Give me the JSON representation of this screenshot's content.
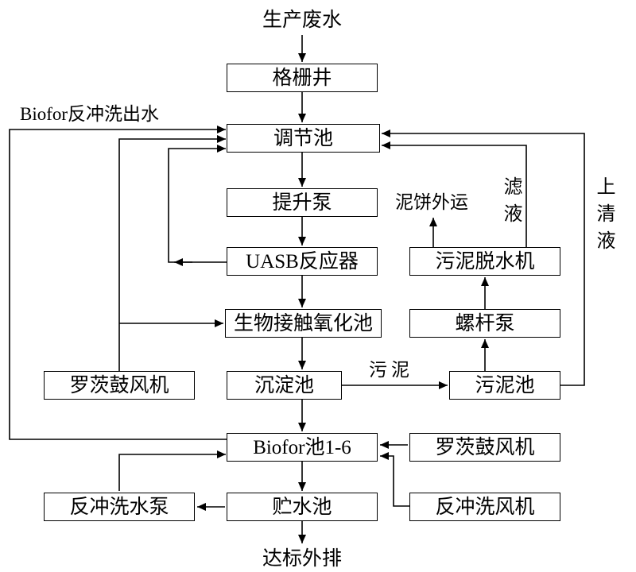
{
  "flowchart": {
    "influent_label": "生产废水",
    "effluent_label": "达标外排",
    "nodes": {
      "grid_well": "格栅井",
      "regulating_tank": "调节池",
      "lift_pump": "提升泵",
      "uasb_reactor": "UASB反应器",
      "bio_contact_tank": "生物接触氧化池",
      "sedimentation_tank": "沉淀池",
      "biofor_tank": "Biofor池1-6",
      "storage_tank": "贮水池",
      "roots_blower_left": "罗茨鼓风机",
      "backwash_water_pump": "反冲洗水泵",
      "sludge_dewatering_machine": "污泥脱水机",
      "screw_pump": "螺杆泵",
      "sludge_tank": "污泥池",
      "roots_blower_right": "罗茨鼓风机",
      "backwash_fan": "反冲洗风机"
    },
    "stream_labels": {
      "biofor_backwash_outflow": "Biofor反冲洗出水",
      "mud_cake_outbound": "泥饼外运",
      "filtrate": "滤液",
      "supernatant": "上清液",
      "sludge": "污泥"
    },
    "colors": {
      "line": "#000000",
      "background": "#ffffff"
    }
  }
}
